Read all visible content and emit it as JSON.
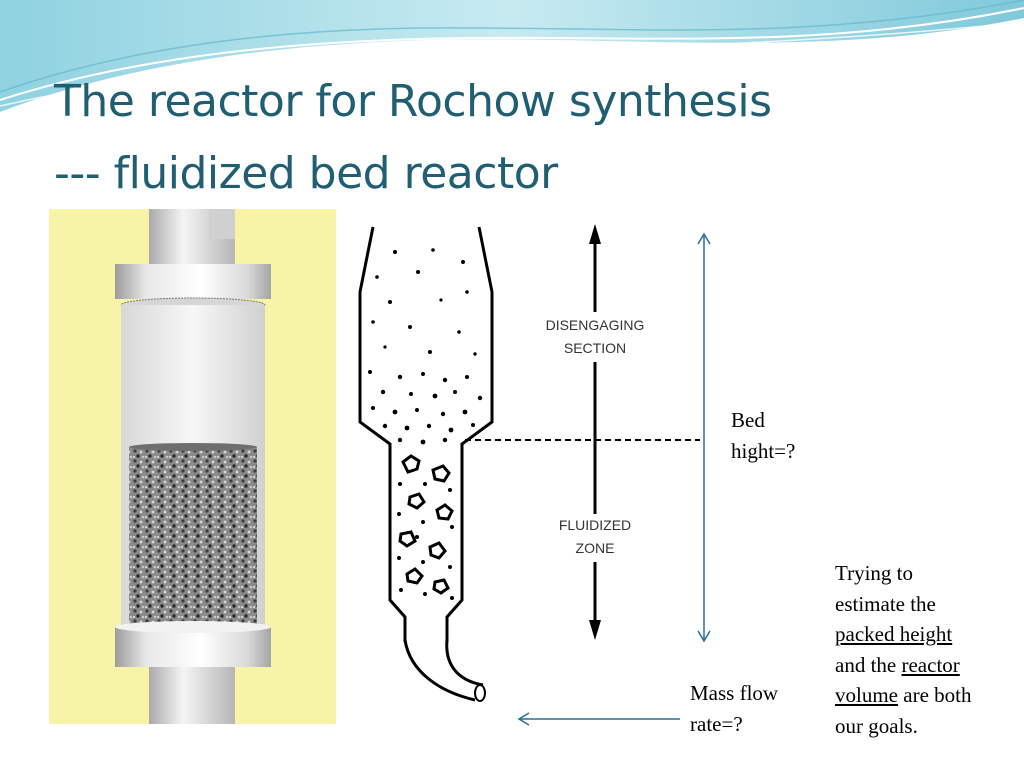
{
  "slide": {
    "title_line1": "The reactor for Rochow synthesis",
    "title_line2": "--- fluidized bed reactor"
  },
  "diagram": {
    "disengaging_label": [
      "DISENGAGING",
      "SECTION"
    ],
    "fluidized_label": [
      "FLUIDIZED",
      "ZONE"
    ]
  },
  "annotations": {
    "bed_height": [
      "Bed",
      "hight=?"
    ],
    "mass_flow": [
      "Mass flow",
      "rate=?"
    ],
    "goal": {
      "line1": "Trying to",
      "line2": "estimate the",
      "line3_underlined": "packed height",
      "line4_prefix": "and the ",
      "line4_underlined": "reactor",
      "line5_underlined": "volume",
      "line5_suffix": " are both",
      "line6": "our goals."
    }
  },
  "colors": {
    "title": "#1f5e73",
    "wave_light": "#bfe6ee",
    "wave_mid": "#7fc9da",
    "photo_bg": "#f7f4a8",
    "arrow": "#2a6f97"
  }
}
